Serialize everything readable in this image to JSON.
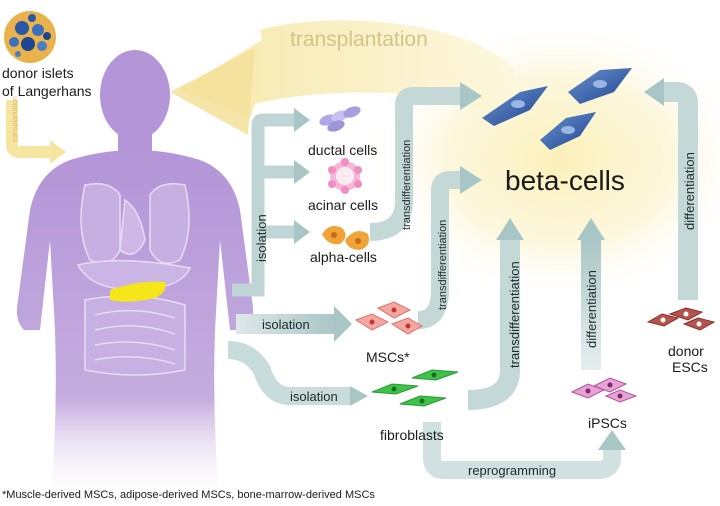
{
  "diagram": {
    "title": "beta-cells",
    "donor_islets": "donor islets\nof Langerhans",
    "donor_islets_line1": "donor islets",
    "donor_islets_line2": "of Langerhans",
    "transplantation_main": "transplantation",
    "transplantation_small": "transplantation",
    "cells": {
      "ductal": "ductal cells",
      "acinar": "acinar cells",
      "alpha": "alpha-cells",
      "mscs": "MSCs*",
      "fibroblasts": "fibroblasts",
      "ipscs": "iPSCs",
      "donor_escs_line1": "donor",
      "donor_escs_line2": "ESCs"
    },
    "arrows": {
      "isolation_vertical": "isolation",
      "isolation_mscs": "isolation",
      "isolation_fibroblasts": "isolation",
      "transdiff_pancreatic": "transdifferentiation",
      "transdiff_mscs": "transdifferentiation",
      "transdiff_fibroblasts": "transdifferentiation",
      "diff_ipscs": "differentiation",
      "diff_escs": "differentiation",
      "reprogramming": "reprogramming"
    },
    "footnote": "*Muscle-derived MSCs, adipose-derived MSCs, bone-marrow-derived MSCs",
    "colors": {
      "body": "#b79ad8",
      "arrow": "#b6cfcf",
      "transplant_arrow": "#f4e7a8",
      "beta_cell": "#2a56a8",
      "glow": "#fbf0b8",
      "pancreas": "#f5e61a"
    }
  }
}
